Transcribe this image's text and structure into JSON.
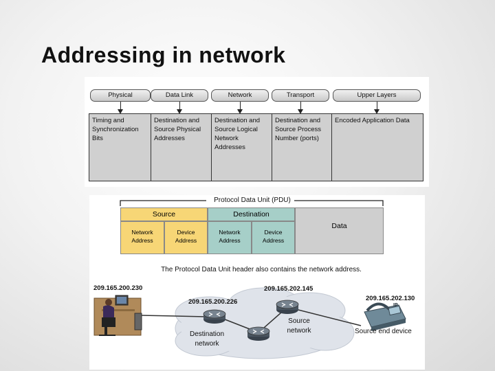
{
  "slide": {
    "title": "Addressing in network"
  },
  "osi": {
    "layers": [
      {
        "name": "Physical",
        "description": [
          "Timing and",
          "Synchronization",
          "Bits"
        ]
      },
      {
        "name": "Data Link",
        "description": [
          "Destination and",
          "Source Physical",
          "Addresses"
        ]
      },
      {
        "name": "Network",
        "description": [
          "Destination and",
          "Source Logical",
          "Network Addresses"
        ]
      },
      {
        "name": "Transport",
        "description": [
          "Destination and",
          "Source Process",
          "Number (ports)"
        ]
      },
      {
        "name": "Upper Layers",
        "description": [
          "Encoded Application Data"
        ]
      }
    ]
  },
  "pdu": {
    "title": "Protocol Data Unit (PDU)",
    "source_label": "Source",
    "destination_label": "Destination",
    "data_label": "Data",
    "source_network": [
      "Network",
      "Address"
    ],
    "source_device": [
      "Device",
      "Address"
    ],
    "destination_network": [
      "Network",
      "Address"
    ],
    "destination_device": [
      "Device",
      "Address"
    ],
    "caption": "The Protocol Data Unit header also contains the network address.",
    "colors": {
      "source": "#f7d676",
      "destination": "#a6cfc8",
      "data": "#cfcfcf",
      "cloud": "#dfe3ea"
    }
  },
  "network": {
    "ip_host": "209.165.200.230",
    "ip_dest_router": "209.165.200.226",
    "ip_src_router": "209.165.202.145",
    "ip_phone": "209.165.202.130",
    "dest_network_label": [
      "Destination",
      "network"
    ],
    "src_network_label": [
      "Source",
      "network"
    ],
    "src_device_label": "Source end device",
    "phone_badge": "IP"
  }
}
